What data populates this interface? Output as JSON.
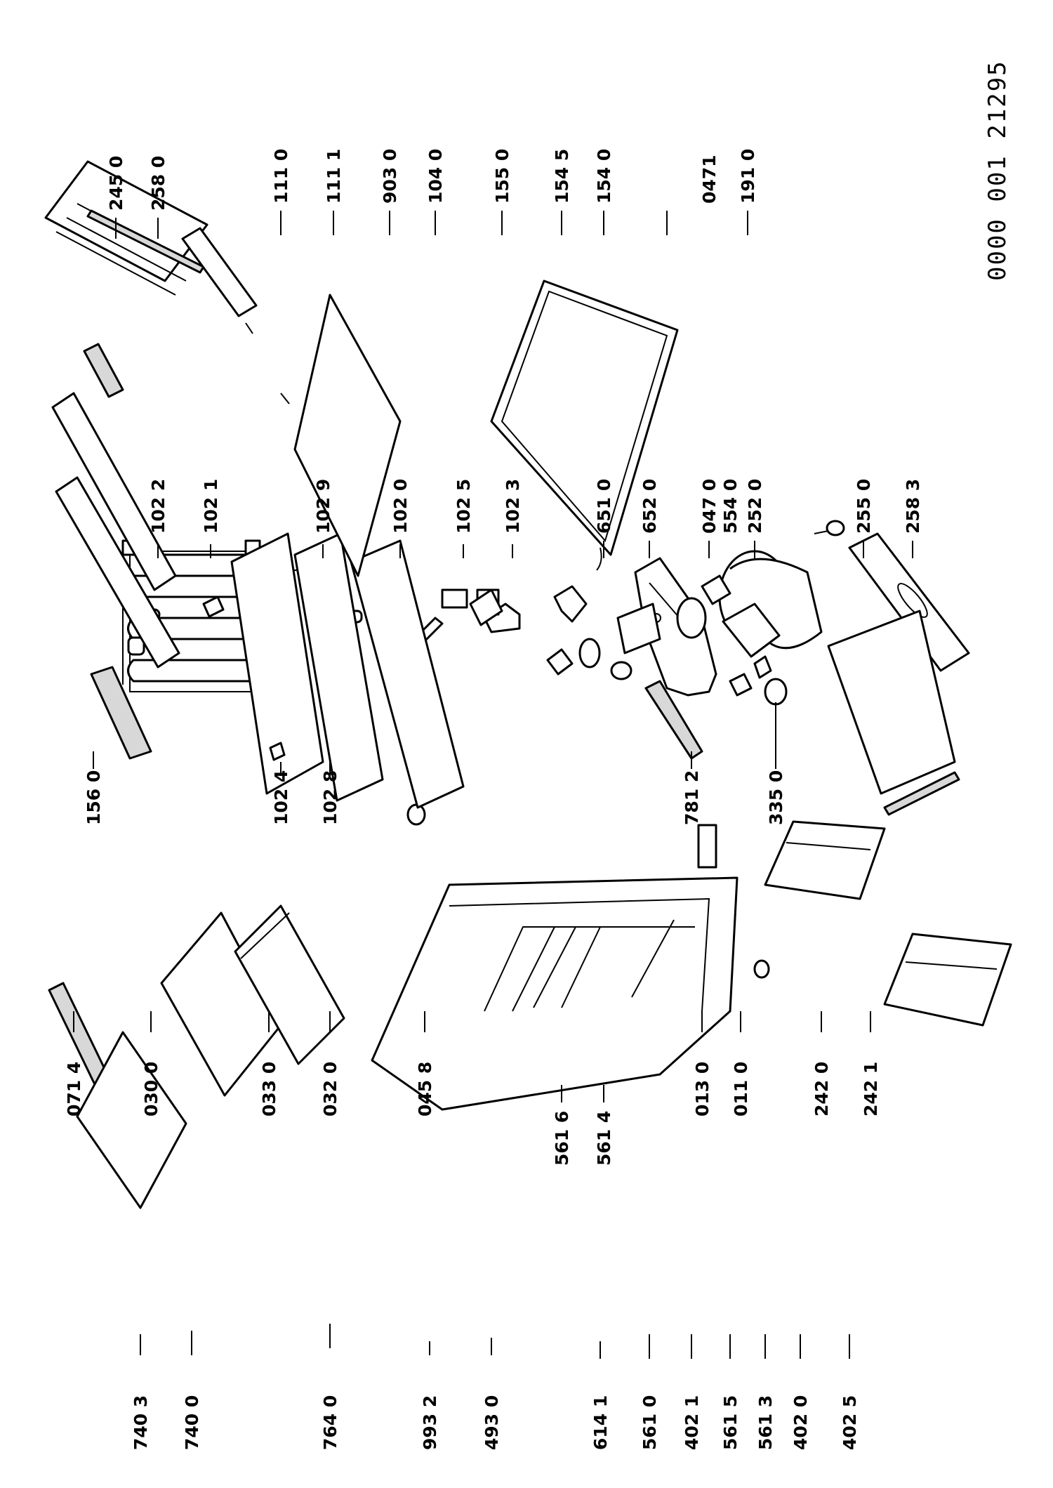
{
  "document_number": "0000 001 21295",
  "parts": {
    "p7403": "740 3",
    "p7400": "740 0",
    "p7640": "764 0",
    "p9932": "993 2",
    "p4930": "493 0",
    "p6141": "614 1",
    "p5610": "561 0",
    "p4021": "402 1",
    "p5615": "561 5",
    "p5613": "561 3",
    "p4020": "402 0",
    "p4025": "402 5",
    "p5616": "561 6",
    "p5614": "561 4",
    "p0714": "071 4",
    "p0300": "030 0",
    "p0330": "033 0",
    "p0320": "032 0",
    "p0458": "045 8",
    "p0130": "013 0",
    "p0110": "011 0",
    "p2420": "242 0",
    "p2421": "242 1",
    "p1560": "156 0",
    "p1024": "102 4",
    "p1028": "102 8",
    "p7812": "781 2",
    "p3350": "335 0",
    "p1022": "102 2",
    "p1021": "102 1",
    "p1029": "102 9",
    "p1020": "102 0",
    "p1025": "102 5",
    "p1023": "102 3",
    "p6510": "651 0",
    "p6520": "652 0",
    "p0470": "047 0",
    "p5540": "554 0",
    "p2520": "252 0",
    "p2550": "255 0",
    "p2583": "258 3",
    "p2450": "245 0",
    "p2580": "258 0",
    "p1110": "111 0",
    "p1111": "111 1",
    "p9030": "903 0",
    "p1040": "104 0",
    "p1550": "155 0",
    "p1545": "154 5",
    "p1540": "154 0",
    "p0471": "0471",
    "p1910": "191 0"
  }
}
